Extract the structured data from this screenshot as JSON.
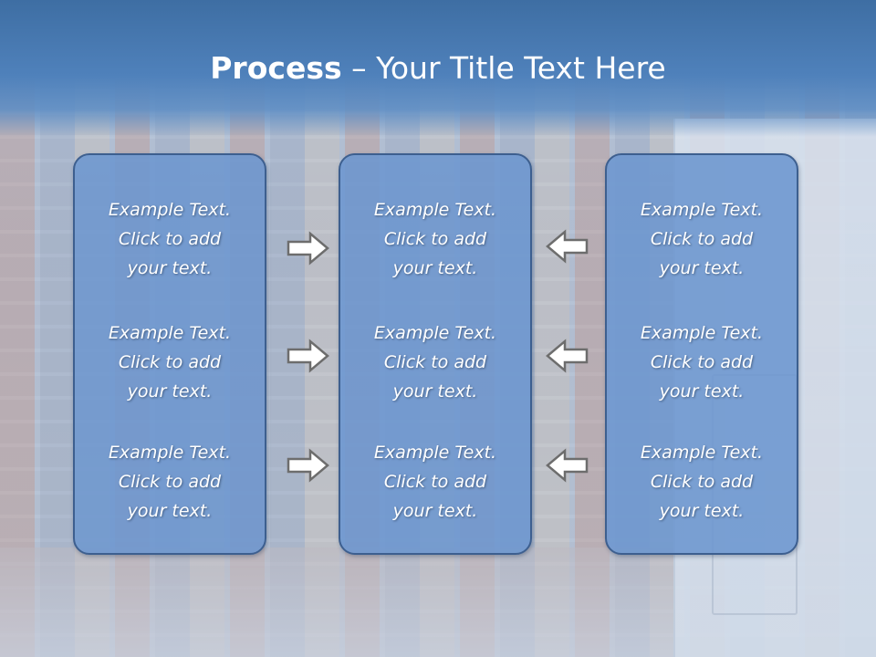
{
  "slide": {
    "title_bold": "Process",
    "title_rest": " – Your Title Text Here"
  },
  "columns": [
    {
      "blocks": [
        {
          "line1": "Example Text.",
          "line2": "Click  to add",
          "line3": "your text."
        },
        {
          "line1": "Example Text.",
          "line2": "Click  to add",
          "line3": "your text."
        },
        {
          "line1": "Example Text.",
          "line2": "Click  to add",
          "line3": "your text."
        }
      ]
    },
    {
      "blocks": [
        {
          "line1": "Example Text.",
          "line2": "Click  to add",
          "line3": "your text."
        },
        {
          "line1": "Example Text.",
          "line2": "Click  to add",
          "line3": "your text."
        },
        {
          "line1": "Example Text.",
          "line2": "Click  to add",
          "line3": "your text."
        }
      ]
    },
    {
      "blocks": [
        {
          "line1": "Example Text.",
          "line2": "Click  to add",
          "line3": "your text."
        },
        {
          "line1": "Example Text.",
          "line2": "Click  to add",
          "line3": "your text."
        },
        {
          "line1": "Example Text.",
          "line2": "Click  to add",
          "line3": "your text."
        }
      ]
    }
  ],
  "arrows": {
    "left_group_direction": "right",
    "right_group_direction": "left",
    "icon": "outline-arrow-icon"
  },
  "colors": {
    "header": "#4f81bb",
    "panel_fill": "#6c96cf",
    "panel_border": "#3d5f8f",
    "text": "#ffffff",
    "arrow_fill": "#ffffff",
    "arrow_stroke": "#6d6d6d"
  }
}
